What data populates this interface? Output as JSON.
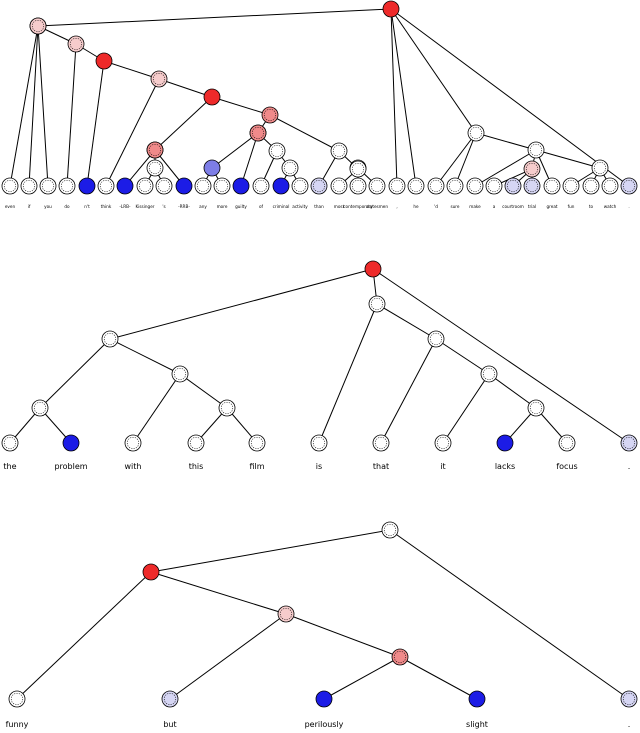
{
  "palette": {
    "neutral": "#ffffff",
    "pos_light": "#f6cccc",
    "pos_mid": "#f08a8a",
    "pos_strong": "#ee2a2a",
    "neg_light": "#d6d6f4",
    "neg_mid": "#7d7de6",
    "neg_strong": "#1c1ce6"
  },
  "trees": [
    {
      "id": "tree-1",
      "words": [
        "even",
        "if",
        "you",
        "do",
        "n't",
        "think",
        "-LRB-",
        "Kissinger",
        "'s",
        "-RRB-",
        "any",
        "more",
        "guilty",
        "of",
        "criminal",
        "activity",
        "than",
        "most",
        "contemporary",
        "statesmen",
        ",",
        "he",
        "'d",
        "sure",
        "make",
        "a",
        "courtroom",
        "trial",
        "great",
        "fun",
        "to",
        "watch",
        "."
      ],
      "word_sentiment": [
        "neutral",
        "neutral",
        "neutral",
        "neutral",
        "neg_strong",
        "neutral",
        "neg_strong",
        "neutral",
        "neutral",
        "neg_strong",
        "neutral",
        "neutral",
        "neg_strong",
        "neutral",
        "neg_strong",
        "neutral",
        "neg_light",
        "neutral",
        "neutral",
        "neutral",
        "neutral",
        "neutral",
        "neutral",
        "neutral",
        "neutral",
        "neutral",
        "neg_light",
        "neg_light",
        "neutral",
        "neutral",
        "neutral",
        "neutral",
        "neg_light"
      ],
      "internal_nodes": [
        {
          "children": [
            7,
            8
          ],
          "sentiment": "neutral"
        },
        {
          "children": [
            -1,
            9
          ],
          "sentiment": "neutral"
        },
        {
          "children": [
            6,
            -2
          ],
          "sentiment": "pos_mid"
        },
        {
          "children": [
            10,
            11
          ],
          "sentiment": "neg_mid"
        },
        {
          "children": [
            14,
            15
          ],
          "sentiment": "neutral"
        },
        {
          "children": [
            13,
            -5
          ],
          "sentiment": "neutral"
        },
        {
          "children": [
            12,
            -6
          ],
          "sentiment": "pos_mid"
        },
        {
          "children": [
            -4,
            -7
          ],
          "sentiment": "pos_mid"
        },
        {
          "children": [
            18,
            19
          ],
          "sentiment": "neutral"
        },
        {
          "children": [
            17,
            -9
          ],
          "sentiment": "neutral"
        },
        {
          "children": [
            16,
            -10
          ],
          "sentiment": "neutral"
        },
        {
          "children": [
            -8,
            -11
          ],
          "sentiment": "pos_mid"
        },
        {
          "children": [
            -3,
            -12
          ],
          "sentiment": "pos_strong"
        },
        {
          "children": [
            5,
            -13
          ],
          "sentiment": "pos_light"
        },
        {
          "children": [
            4,
            -14
          ],
          "sentiment": "pos_strong"
        },
        {
          "children": [
            3,
            -15
          ],
          "sentiment": "pos_light"
        },
        {
          "children": [
            2,
            -16
          ],
          "sentiment": "pos_light"
        },
        {
          "children": [
            0,
            1,
            -17
          ],
          "sentiment": "pos_light"
        },
        {
          "children": [
            25,
            26,
            27
          ],
          "sentiment": "pos_light"
        },
        {
          "children": [
            29,
            30,
            31
          ],
          "sentiment": "neutral"
        },
        {
          "children": [
            24,
            -19,
            28,
            -20
          ],
          "sentiment": "neutral"
        },
        {
          "children": [
            22,
            23,
            -21
          ],
          "sentiment": "neutral"
        },
        {
          "children": [
            -18,
            20,
            21,
            -22,
            32
          ],
          "sentiment": "pos_strong"
        }
      ]
    },
    {
      "id": "tree-2",
      "words": [
        "the",
        "problem",
        "with",
        "this",
        "film",
        "is",
        "that",
        "it",
        "lacks",
        "focus",
        "."
      ],
      "word_sentiment": [
        "neutral",
        "neg_strong",
        "neutral",
        "neutral",
        "neutral",
        "neutral",
        "neutral",
        "neutral",
        "neg_strong",
        "neutral",
        "neg_light"
      ],
      "internal_nodes": [
        {
          "children": [
            0,
            1
          ],
          "sentiment": "neutral"
        },
        {
          "children": [
            3,
            4
          ],
          "sentiment": "neutral"
        },
        {
          "children": [
            2,
            -2
          ],
          "sentiment": "neutral"
        },
        {
          "children": [
            -1,
            -3
          ],
          "sentiment": "neutral"
        },
        {
          "children": [
            8,
            9
          ],
          "sentiment": "neutral"
        },
        {
          "children": [
            7,
            -5
          ],
          "sentiment": "neutral"
        },
        {
          "children": [
            6,
            -6
          ],
          "sentiment": "neutral"
        },
        {
          "children": [
            5,
            -7
          ],
          "sentiment": "neutral"
        },
        {
          "children": [
            -4,
            -8,
            10
          ],
          "sentiment": "pos_strong"
        }
      ]
    },
    {
      "id": "tree-3",
      "words": [
        "funny",
        "but",
        "perilously",
        "slight",
        "."
      ],
      "word_sentiment": [
        "neutral",
        "neg_light",
        "neg_strong",
        "neg_strong",
        "neg_light"
      ],
      "internal_nodes": [
        {
          "children": [
            2,
            3
          ],
          "sentiment": "pos_mid"
        },
        {
          "children": [
            1,
            -1
          ],
          "sentiment": "pos_light"
        },
        {
          "children": [
            0,
            -2
          ],
          "sentiment": "pos_strong"
        },
        {
          "children": [
            -3,
            4
          ],
          "sentiment": "neutral"
        }
      ]
    }
  ]
}
